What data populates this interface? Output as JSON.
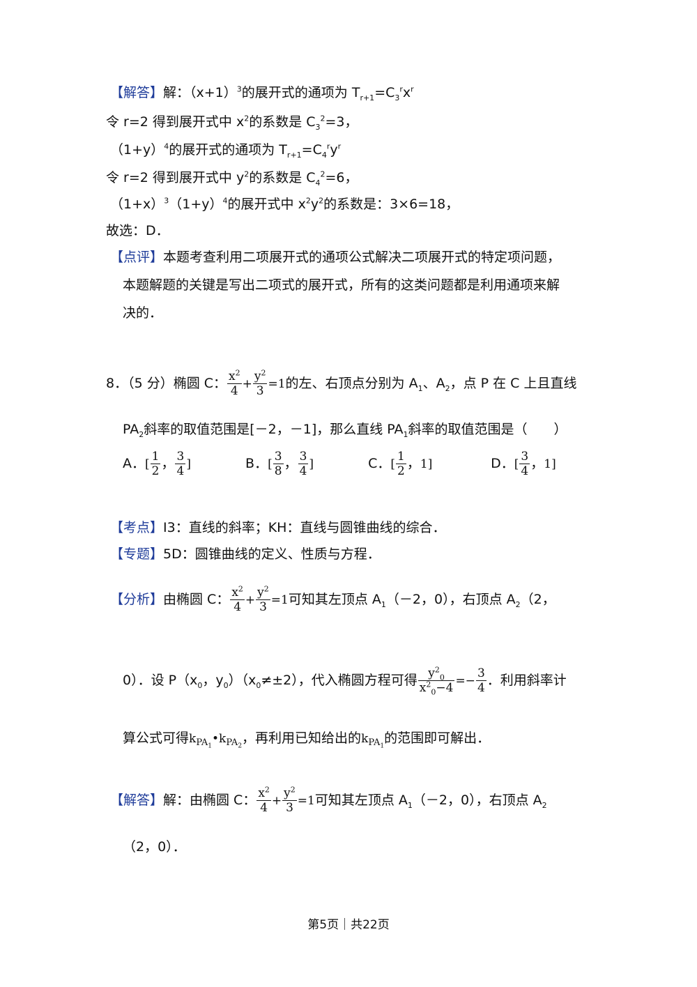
{
  "sol7": {
    "tag": "【解答】",
    "l1a": "解：（x+1）",
    "l1b": "3",
    "l1c": "的展开式的通项为 T",
    "l1d": "r+1",
    "l1e": "=C",
    "l1f": "3",
    "l1g": "r",
    "l1h": "x",
    "l1i": "r",
    "l2a": "令 r=2 得到展开式中 x",
    "l2b": "2",
    "l2c": "的系数是 C",
    "l2d": "3",
    "l2e": "2",
    "l2f": "=3，",
    "l3a": "（1+y）",
    "l3b": "4",
    "l3c": "的展开式的通项为 T",
    "l3d": "r+1",
    "l3e": "=C",
    "l3f": "4",
    "l3g": "r",
    "l3h": "y",
    "l3i": "r",
    "l4a": "令 r=2 得到展开式中 y",
    "l4b": "2",
    "l4c": "的系数是 C",
    "l4d": "4",
    "l4e": "2",
    "l4f": "=6，",
    "l5a": "（1+x）",
    "l5b": "3",
    "l5c": "（1+y）",
    "l5d": "4",
    "l5e": "的展开式中 x",
    "l5f": "2",
    "l5g": "y",
    "l5h": "2",
    "l5i": "的系数是：3×6=18，",
    "l6": "故选：D．"
  },
  "comment7": {
    "tag": "【点评】",
    "l1": "本题考查利用二项展开式的通项公式解决二项展开式的特定项问题，",
    "l2": "本题解题的关键是写出二项式的展开式，所有的这类问题都是利用通项来解",
    "l3": "决的．"
  },
  "q8": {
    "l1a": "8．（5 分）椭圆 C：",
    "l1b": "的左、右顶点分别为 A",
    "l1c": "1",
    "l1d": "、A",
    "l1e": "2",
    "l1f": "，点 P 在 C 上且直线",
    "l2a": "PA",
    "l2b": "2",
    "l2c": "斜率的取值范围是[－2，－1]，那么直线 PA",
    "l2d": "1",
    "l2e": "斜率的取值范围是（　　）",
    "opt_a": "A．",
    "opt_b": "B．",
    "opt_c": "C．",
    "opt_d": "D．"
  },
  "math": {
    "x2": "x",
    "y2": "y",
    "two": "2",
    "four": "4",
    "three": "3",
    "eq1": "=1",
    "plus": "+",
    "one": "1",
    "eight": "8",
    "lb": "[",
    "rb": "]",
    "comma": "，",
    "zero": "0",
    "minus4": "−4",
    "eqneg": "=−",
    "k": "k",
    "P": "P",
    "A": "A",
    "dot": "•"
  },
  "kaodian": {
    "tag": "【考点】",
    "text": "I3：直线的斜率；KH：直线与圆锥曲线的综合．"
  },
  "zhuanti": {
    "tag": "【专题】",
    "text": "5D：圆锥曲线的定义、性质与方程．"
  },
  "fenxi": {
    "tag": "【分析】",
    "l1a": "由椭圆 C：",
    "l1b": "可知其左顶点 A",
    "l1c": "1",
    "l1d": "（－2，0），右顶点 A",
    "l1e": "2",
    "l1f": "（2，",
    "l2a": "0）．设 P（x",
    "l2b": "0",
    "l2c": "，y",
    "l2d": "0",
    "l2e": "）（x",
    "l2f": "0",
    "l2g": "≠±2），代入椭圆方程可得",
    "l2h": "．利用斜率计",
    "l3a": "算公式可得",
    "l3b": "，再利用已知给出的",
    "l3c": "的范围即可解出．"
  },
  "sol8": {
    "tag": "【解答】",
    "l1a": "解：由椭圆 C：",
    "l1b": "可知其左顶点 A",
    "l1c": "1",
    "l1d": "（－2，0），右顶点 A",
    "l1e": "2",
    "l2": "（2，0）．"
  },
  "footer": {
    "text": "第5页｜共22页"
  }
}
